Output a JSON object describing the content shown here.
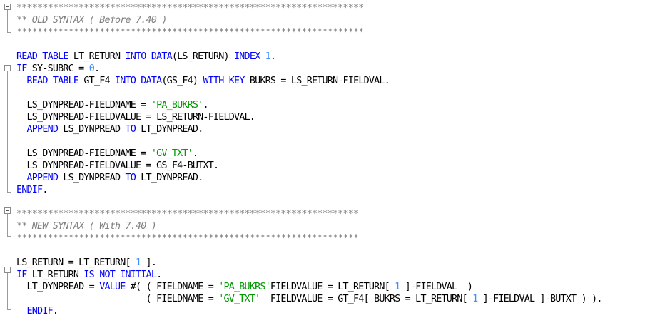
{
  "colors": {
    "keyword": "#0000ff",
    "comment": "#808080",
    "string": "#009900",
    "number": "#3f8fff",
    "text": "#000000"
  },
  "editor": {
    "lines": [
      [
        {
          "c": "cm",
          "t": "*******************************************************************"
        }
      ],
      [
        {
          "c": "cm",
          "t": "** OLD SYNTAX ( Before 7.40 )"
        }
      ],
      [
        {
          "c": "cm",
          "t": "*******************************************************************"
        }
      ],
      [],
      [
        {
          "c": "kw",
          "t": "READ TABLE"
        },
        {
          "c": "pl",
          "t": " LT_RETURN "
        },
        {
          "c": "kw",
          "t": "INTO DATA"
        },
        {
          "c": "pl",
          "t": "(LS_RETURN) "
        },
        {
          "c": "kw",
          "t": "INDEX"
        },
        {
          "c": "pl",
          "t": " "
        },
        {
          "c": "nm",
          "t": "1"
        },
        {
          "c": "pl",
          "t": "."
        }
      ],
      [
        {
          "c": "kw",
          "t": "IF"
        },
        {
          "c": "pl",
          "t": " SY-SUBRC = "
        },
        {
          "c": "nm",
          "t": "0"
        },
        {
          "c": "pl",
          "t": "."
        }
      ],
      [
        {
          "c": "pl",
          "t": "  "
        },
        {
          "c": "kw",
          "t": "READ TABLE"
        },
        {
          "c": "pl",
          "t": " GT_F4 "
        },
        {
          "c": "kw",
          "t": "INTO DATA"
        },
        {
          "c": "pl",
          "t": "(GS_F4) "
        },
        {
          "c": "kw",
          "t": "WITH KEY"
        },
        {
          "c": "pl",
          "t": " BUKRS = LS_RETURN-FIELDVAL."
        }
      ],
      [],
      [
        {
          "c": "pl",
          "t": "  LS_DYNPREAD-FIELDNAME = "
        },
        {
          "c": "st",
          "t": "'PA_BUKRS'"
        },
        {
          "c": "pl",
          "t": "."
        }
      ],
      [
        {
          "c": "pl",
          "t": "  LS_DYNPREAD-FIELDVALUE = LS_RETURN-FIELDVAL."
        }
      ],
      [
        {
          "c": "pl",
          "t": "  "
        },
        {
          "c": "kw",
          "t": "APPEND"
        },
        {
          "c": "pl",
          "t": " LS_DYNPREAD "
        },
        {
          "c": "kw",
          "t": "TO"
        },
        {
          "c": "pl",
          "t": " LT_DYNPREAD."
        }
      ],
      [],
      [
        {
          "c": "pl",
          "t": "  LS_DYNPREAD-FIELDNAME = "
        },
        {
          "c": "st",
          "t": "'GV_TXT'"
        },
        {
          "c": "pl",
          "t": "."
        }
      ],
      [
        {
          "c": "pl",
          "t": "  LS_DYNPREAD-FIELDVALUE = GS_F4-BUTXT."
        }
      ],
      [
        {
          "c": "pl",
          "t": "  "
        },
        {
          "c": "kw",
          "t": "APPEND"
        },
        {
          "c": "pl",
          "t": " LS_DYNPREAD "
        },
        {
          "c": "kw",
          "t": "TO"
        },
        {
          "c": "pl",
          "t": " LT_DYNPREAD."
        }
      ],
      [
        {
          "c": "kw",
          "t": "ENDIF"
        },
        {
          "c": "pl",
          "t": "."
        }
      ],
      [],
      [
        {
          "c": "cm",
          "t": "******************************************************************"
        }
      ],
      [
        {
          "c": "cm",
          "t": "** NEW SYNTAX ( With 7.40 )"
        }
      ],
      [
        {
          "c": "cm",
          "t": "******************************************************************"
        }
      ],
      [],
      [
        {
          "c": "pl",
          "t": "LS_RETURN = LT_RETURN[ "
        },
        {
          "c": "nm",
          "t": "1"
        },
        {
          "c": "pl",
          "t": " ]."
        }
      ],
      [
        {
          "c": "kw",
          "t": "IF"
        },
        {
          "c": "pl",
          "t": " LT_RETURN "
        },
        {
          "c": "kw",
          "t": "IS NOT INITIAL"
        },
        {
          "c": "pl",
          "t": "."
        }
      ],
      [
        {
          "c": "pl",
          "t": "  LT_DYNPREAD = "
        },
        {
          "c": "kw",
          "t": "VALUE"
        },
        {
          "c": "pl",
          "t": " #( ( FIELDNAME = "
        },
        {
          "c": "st",
          "t": "'PA_BUKRS'"
        },
        {
          "c": "pl",
          "t": "FIELDVALUE = LT_RETURN[ "
        },
        {
          "c": "nm",
          "t": "1"
        },
        {
          "c": "pl",
          "t": " ]-FIELDVAL  )"
        }
      ],
      [
        {
          "c": "pl",
          "t": "                         ( FIELDNAME = "
        },
        {
          "c": "st",
          "t": "'GV_TXT'"
        },
        {
          "c": "pl",
          "t": "  FIELDVALUE = GT_F4[ BUKRS = LT_RETURN[ "
        },
        {
          "c": "nm",
          "t": "1"
        },
        {
          "c": "pl",
          "t": " ]-FIELDVAL ]-BUTXT ) )."
        }
      ],
      [
        {
          "c": "pl",
          "t": "  "
        },
        {
          "c": "kw",
          "t": "ENDIF"
        },
        {
          "c": "pl",
          "t": "."
        }
      ]
    ]
  }
}
